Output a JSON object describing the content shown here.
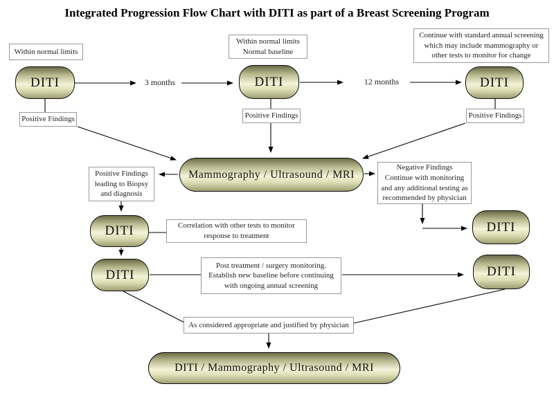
{
  "title": "Integrated Progression Flow Chart with DITI as part of a Breast Screening Program",
  "pills": {
    "diti": "DITI",
    "mammo": "Mammography / Ultrasound / MRI",
    "combined": "DITI / Mammography / Ultrasound / MRI"
  },
  "timeline": {
    "interval_1": "3 months",
    "interval_2": "12 months"
  },
  "boxes": {
    "within_normal_limits": "Within normal limits",
    "within_normal_limits_baseline": "Within normal limits\nNormal baseline",
    "continue_standard_screening": "Continue with standard annual screening\nwhich may include mammography or\nother tests to monitor for change",
    "positive_findings_1": "Positive Findings",
    "positive_findings_2": "Positive Findings",
    "positive_findings_3": "Positive Findings",
    "positive_findings_biopsy": "Positive Findings\nleading to Biopsy\nand diagnosis",
    "negative_findings": "Negative Findings\nContinue with monitoring\nand any additional testing as\nrecommended by physician",
    "correlation": "Correlation with other tests to monitor\nresponse to treatment",
    "post_treatment": "Post treatment / surgery monitoring.\nEstablish new baseline before continuing\nwith ongoing annual screening",
    "as_considered": "As considered appropriate and justified by physician"
  },
  "colors": {
    "pill_gradient_top": "#6b6b46",
    "pill_gradient_light": "#f3f3d8",
    "pill_gradient_bottom": "#9f9f73",
    "box_border": "#999999",
    "line": "#000000"
  }
}
